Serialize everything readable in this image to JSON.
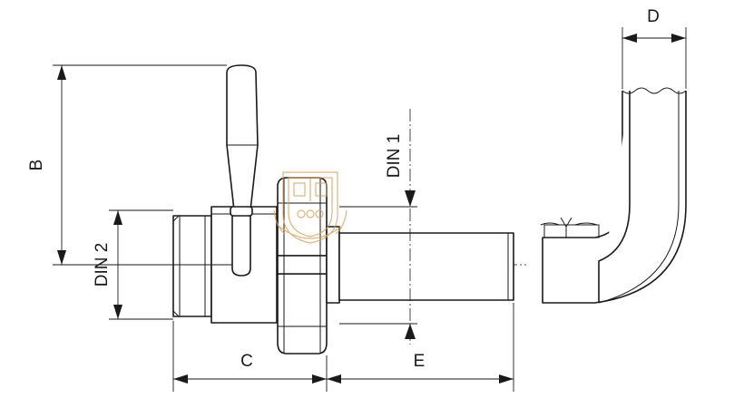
{
  "labels": {
    "b": "B",
    "din1": "DIN 1",
    "din2": "DIN 2",
    "c": "C",
    "d": "D",
    "e": "E"
  },
  "colors": {
    "line": "#1a1a1a",
    "watermark": "#d6a15e",
    "background": "#ffffff"
  },
  "icons": {
    "watermark": "coat-of-arms-watermark-icon"
  }
}
